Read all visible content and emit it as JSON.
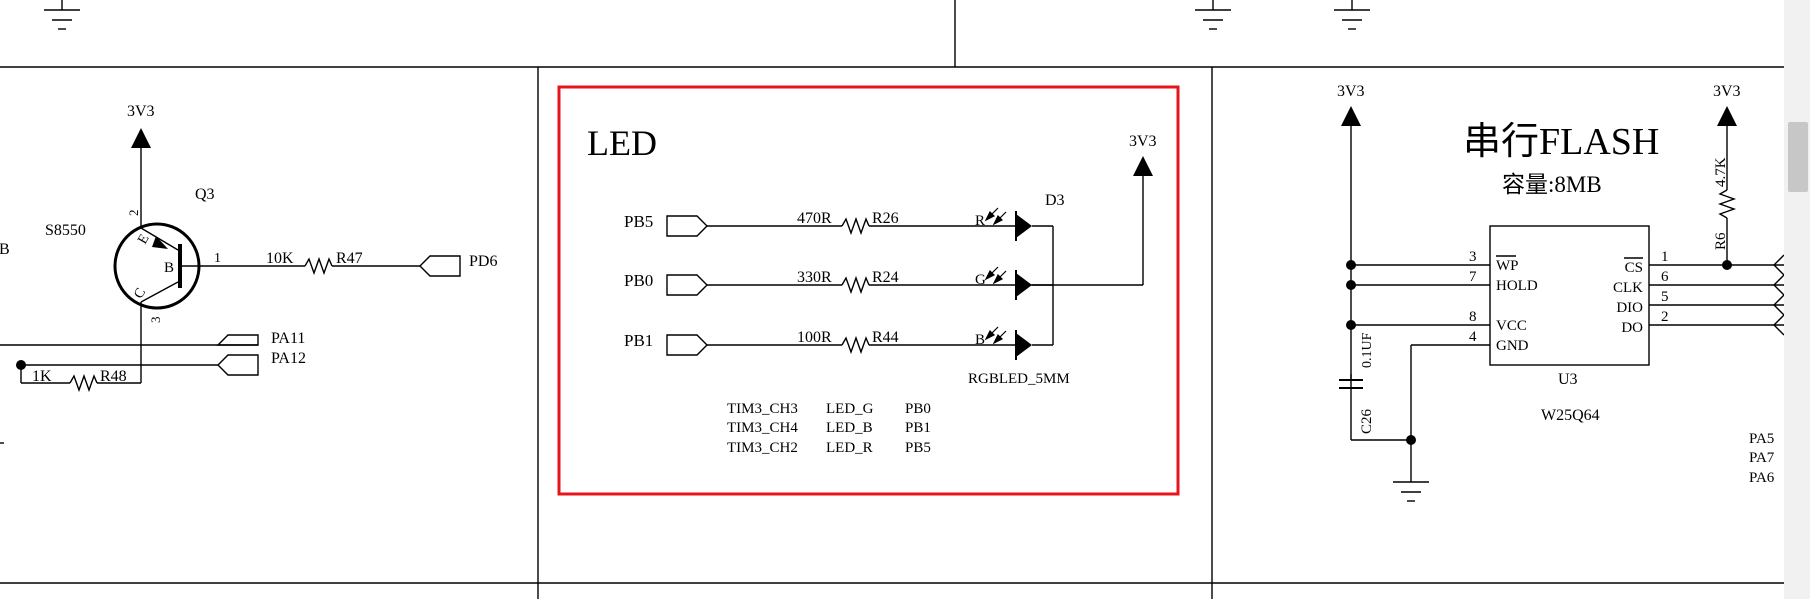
{
  "colors": {
    "highlight_box": "#e8141c",
    "wire": "#000000",
    "background": "#ffffff"
  },
  "left": {
    "cut_label": "B",
    "power": "3V3",
    "transistor_name": "Q3",
    "transistor_part": "S8550",
    "pin_e": "E",
    "pin_b": "B",
    "pin_c": "C",
    "pin_num_2": "2",
    "pin_num_1": "1",
    "pin_num_3": "3",
    "r47_value": "10K",
    "r47_ref": "R47",
    "pd6": "PD6",
    "pa11": "PA11",
    "pa12": "PA12",
    "r48_value": "1K",
    "r48_ref": "R48"
  },
  "led": {
    "title": "LED",
    "power": "3V3",
    "ports": [
      "PB5",
      "PB0",
      "PB1"
    ],
    "resistors": [
      {
        "value": "470R",
        "ref": "R26",
        "color_label": "R"
      },
      {
        "value": "330R",
        "ref": "R24",
        "color_label": "G"
      },
      {
        "value": "100R",
        "ref": "R44",
        "color_label": "B"
      }
    ],
    "led_ref": "D3",
    "led_part": "RGBLED_5MM",
    "table": [
      [
        "TIM3_CH3",
        "LED_G",
        "PB0"
      ],
      [
        "TIM3_CH4",
        "LED_B",
        "PB1"
      ],
      [
        "TIM3_CH2",
        "LED_R",
        "PB5"
      ]
    ]
  },
  "flash": {
    "title": "串行FLASH",
    "capacity": "容量:8MB",
    "power_left": "3V3",
    "power_right": "3V3",
    "r6_value": "4.7K",
    "r6_ref": "R6",
    "cap_value": "0.1UF",
    "cap_ref": "C26",
    "chip_ref": "U3",
    "chip_part": "W25Q64",
    "left_pins": [
      {
        "num": "3",
        "name": "WP"
      },
      {
        "num": "7",
        "name": "HOLD"
      },
      {
        "num": "8",
        "name": "VCC"
      },
      {
        "num": "4",
        "name": "GND"
      }
    ],
    "right_pins": [
      {
        "num": "1",
        "name": "CS"
      },
      {
        "num": "6",
        "name": "CLK"
      },
      {
        "num": "5",
        "name": "DIO"
      },
      {
        "num": "2",
        "name": "DO"
      }
    ],
    "nets": [
      "PA5",
      "PA7",
      "PA6"
    ]
  }
}
